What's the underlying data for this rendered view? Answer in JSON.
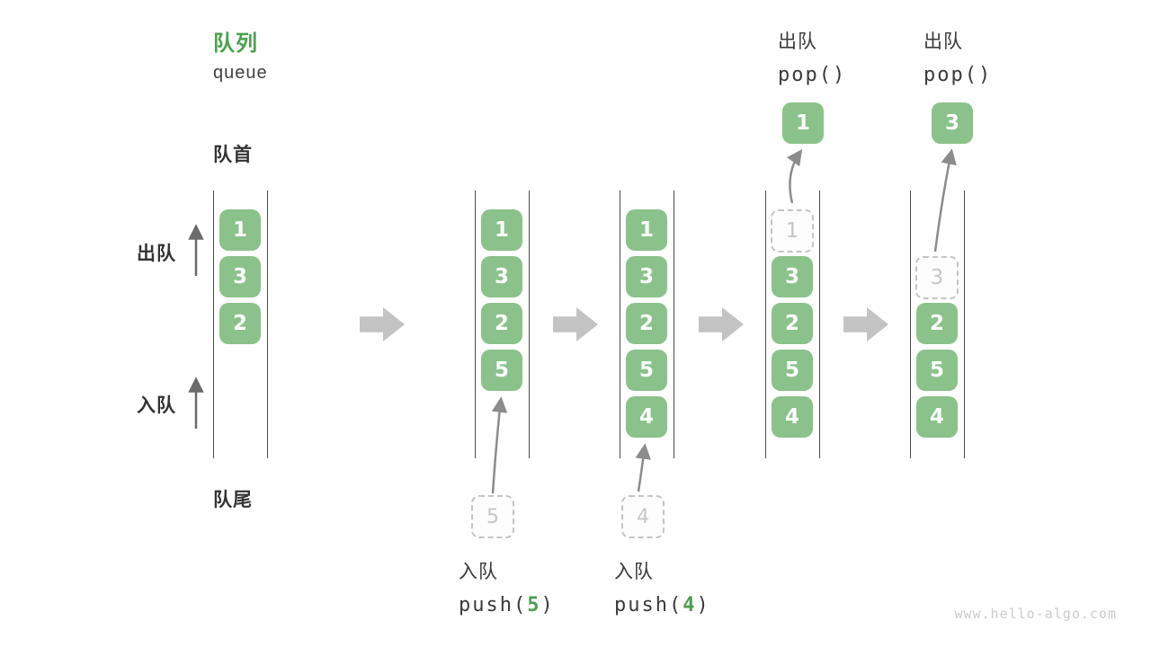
{
  "title": {
    "zh": "队列",
    "en": "queue"
  },
  "side_labels": {
    "front": "队首",
    "rear": "队尾",
    "dequeue": "出队",
    "enqueue": "入队"
  },
  "columns": [
    {
      "name": "state-initial",
      "cells": [
        {
          "row": 0,
          "variant": "solid",
          "value": "1"
        },
        {
          "row": 1,
          "variant": "solid",
          "value": "3"
        },
        {
          "row": 2,
          "variant": "solid",
          "value": "2"
        }
      ]
    },
    {
      "name": "state-after-push5",
      "cells": [
        {
          "row": 0,
          "variant": "solid",
          "value": "1"
        },
        {
          "row": 1,
          "variant": "solid",
          "value": "3"
        },
        {
          "row": 2,
          "variant": "solid",
          "value": "2"
        },
        {
          "row": 3,
          "variant": "solid",
          "value": "5"
        }
      ]
    },
    {
      "name": "state-after-push4",
      "cells": [
        {
          "row": 0,
          "variant": "solid",
          "value": "1"
        },
        {
          "row": 1,
          "variant": "solid",
          "value": "3"
        },
        {
          "row": 2,
          "variant": "solid",
          "value": "2"
        },
        {
          "row": 3,
          "variant": "solid",
          "value": "5"
        },
        {
          "row": 4,
          "variant": "solid",
          "value": "4"
        }
      ]
    },
    {
      "name": "state-after-pop-1",
      "cells": [
        {
          "row": 0,
          "variant": "dashed",
          "value": "1"
        },
        {
          "row": 1,
          "variant": "solid",
          "value": "3"
        },
        {
          "row": 2,
          "variant": "solid",
          "value": "2"
        },
        {
          "row": 3,
          "variant": "solid",
          "value": "5"
        },
        {
          "row": 4,
          "variant": "solid",
          "value": "4"
        }
      ]
    },
    {
      "name": "state-after-pop-3",
      "cells": [
        {
          "row": 1,
          "variant": "dashed",
          "value": "3"
        },
        {
          "row": 2,
          "variant": "solid",
          "value": "2"
        },
        {
          "row": 3,
          "variant": "solid",
          "value": "5"
        },
        {
          "row": 4,
          "variant": "solid",
          "value": "4"
        }
      ]
    }
  ],
  "ghosts": {
    "push5": {
      "value": "5"
    },
    "push4": {
      "value": "4"
    }
  },
  "floaters": {
    "pop_first": {
      "value": "1"
    },
    "pop_second": {
      "value": "3"
    }
  },
  "operations": {
    "push5": {
      "name": "入队",
      "fn": "push(",
      "arg": "5",
      "close": ")"
    },
    "push4": {
      "name": "入队",
      "fn": "push(",
      "arg": "4",
      "close": ")"
    },
    "pop_a": {
      "name": "出队",
      "code": "pop()"
    },
    "pop_b": {
      "name": "出队",
      "code": "pop()"
    }
  },
  "watermark": "www.hello-algo.com",
  "colors": {
    "cell_green": "#8BC28B",
    "title_green": "#4BA24F",
    "code_accent_green": "#4E9D50",
    "step_arrow_gray": "#c3c3c3",
    "guide_arrow_gray": "#8c8c8c",
    "channel_line_gray": "#4d4d4d",
    "ghost_gray": "#c4c4c4",
    "text_dark": "#3a3a3a",
    "watermark_gray": "#cbcbcb"
  }
}
